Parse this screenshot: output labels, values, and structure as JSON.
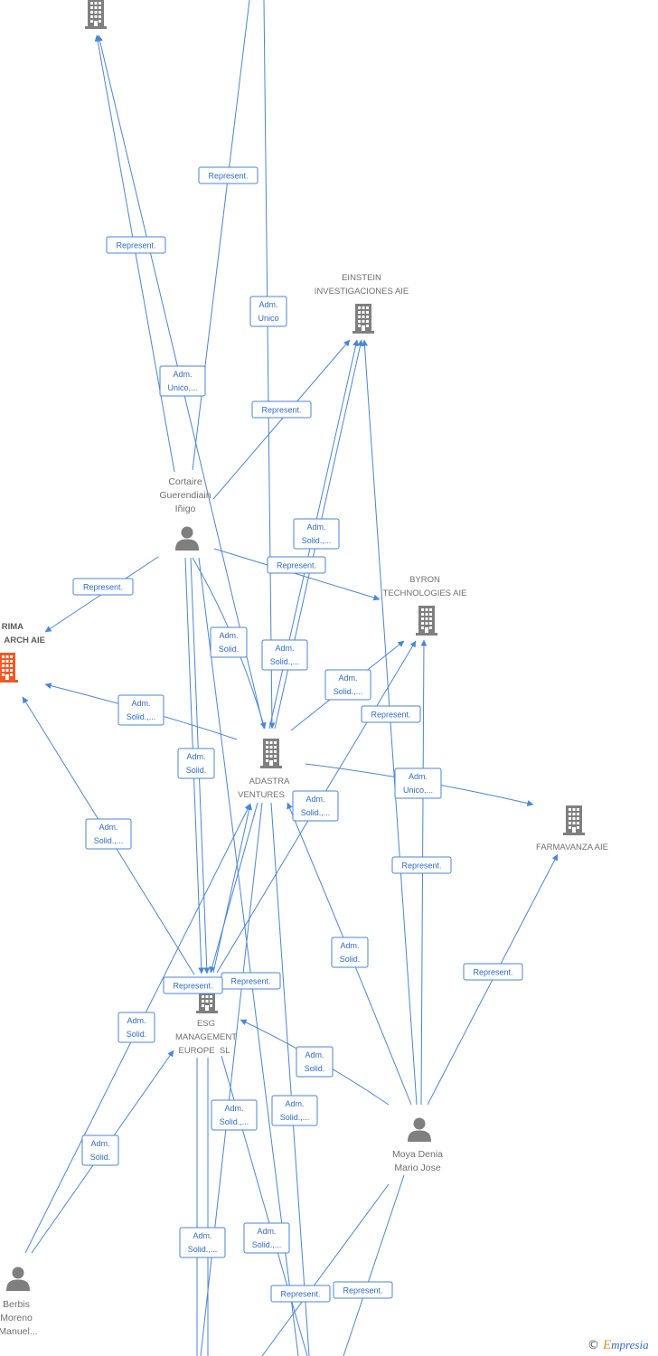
{
  "nodes": {
    "einstein": {
      "lines": [
        "EINSTEIN",
        "INVESTIGACIONES AIE"
      ]
    },
    "cortaire": {
      "lines": [
        "Cortaire",
        "Guerendiain",
        "Iñigo"
      ]
    },
    "byron": {
      "lines": [
        "BYRON",
        "TECHNOLOGIES AIE"
      ]
    },
    "rima": {
      "lines": [
        "RIMA",
        "ARCH AIE"
      ]
    },
    "adastra": {
      "lines": [
        "ADASTRA",
        "VENTURES"
      ]
    },
    "farmavanza": {
      "lines": [
        "FARMAVANZA AIE"
      ]
    },
    "esg": {
      "lines": [
        "ESG",
        "MANAGEMENT",
        "EUROPE  SL"
      ]
    },
    "moya": {
      "lines": [
        "Moya Denia",
        "Mario Jose"
      ]
    },
    "berbis": {
      "lines": [
        "Berbis",
        "Moreno",
        "Manuel..."
      ]
    }
  },
  "node_icons": {
    "company": "building-icon",
    "person": "person-icon"
  },
  "edge_labels": [
    {
      "lines": [
        "Represent."
      ]
    },
    {
      "lines": [
        "Represent."
      ]
    },
    {
      "lines": [
        "Adm.",
        "Unico"
      ]
    },
    {
      "lines": [
        "Adm.",
        "Unico,..."
      ]
    },
    {
      "lines": [
        "Represent."
      ]
    },
    {
      "lines": [
        "Adm.",
        "Solid.,..."
      ]
    },
    {
      "lines": [
        "Represent."
      ]
    },
    {
      "lines": [
        "Represent."
      ]
    },
    {
      "lines": [
        "Adm.",
        "Solid."
      ]
    },
    {
      "lines": [
        "Adm.",
        "Solid.,..."
      ]
    },
    {
      "lines": [
        "Adm.",
        "Solid.,..."
      ]
    },
    {
      "lines": [
        "Adm.",
        "Solid.,..."
      ]
    },
    {
      "lines": [
        "Represent."
      ]
    },
    {
      "lines": [
        "Adm.",
        "Solid."
      ]
    },
    {
      "lines": [
        "Adm.",
        "Unico,..."
      ]
    },
    {
      "lines": [
        "Adm.",
        "Solid.,..."
      ]
    },
    {
      "lines": [
        "Adm.",
        "Solid.,..."
      ]
    },
    {
      "lines": [
        "Represent."
      ]
    },
    {
      "lines": [
        "Adm.",
        "Solid."
      ]
    },
    {
      "lines": [
        "Represent."
      ]
    },
    {
      "lines": [
        "Represent."
      ]
    },
    {
      "lines": [
        "Represent."
      ]
    },
    {
      "lines": [
        "Adm.",
        "Solid."
      ]
    },
    {
      "lines": [
        "Adm.",
        "Solid."
      ]
    },
    {
      "lines": [
        "Adm.",
        "Solid.,..."
      ]
    },
    {
      "lines": [
        "Adm.",
        "Solid.,..."
      ]
    },
    {
      "lines": [
        "Adm.",
        "Solid."
      ]
    },
    {
      "lines": [
        "Adm.",
        "Solid.,..."
      ]
    },
    {
      "lines": [
        "Adm.",
        "Solid.,..."
      ]
    },
    {
      "lines": [
        "Represent."
      ]
    },
    {
      "lines": [
        "Represent."
      ]
    }
  ],
  "watermark": {
    "symbol": "©",
    "brand": "Empresia"
  },
  "colors": {
    "edge": "#4a86d8",
    "label_text": "#2f6bcc",
    "node_text": "#6f6f6f",
    "icon": "#7f7f7f",
    "icon_highlight": "#f15a24",
    "brand": "#2f6bcc",
    "brand_initial": "#f08c1e"
  }
}
